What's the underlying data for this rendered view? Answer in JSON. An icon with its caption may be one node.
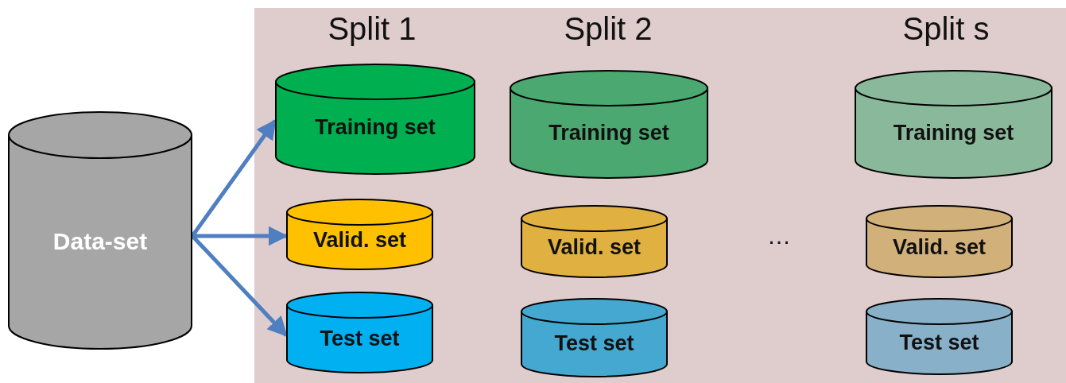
{
  "diagram": {
    "nodes": [
      {
        "text": [
          "Data-set"
        ]
      },
      {
        "text": [
          "Training set"
        ]
      },
      {
        "text": [
          "Valid. set"
        ]
      },
      {
        "text": [
          "Test set"
        ]
      },
      {
        "text": [
          "Training set"
        ]
      },
      {
        "text": [
          "Valid. set"
        ]
      },
      {
        "text": [
          "Test set"
        ]
      },
      {
        "text": [
          "Training set"
        ]
      },
      {
        "text": [
          "Valid. set"
        ]
      },
      {
        "text": [
          "Test set"
        ]
      }
    ],
    "edges": [
      {
        "from": 0,
        "to": 1,
        "arrow": "to"
      },
      {
        "from": 0,
        "to": 2,
        "arrow": "to"
      },
      {
        "from": 0,
        "to": 3,
        "arrow": "to"
      }
    ],
    "labels": [
      "Split 1",
      "Split 2",
      "Split s",
      "…"
    ]
  }
}
